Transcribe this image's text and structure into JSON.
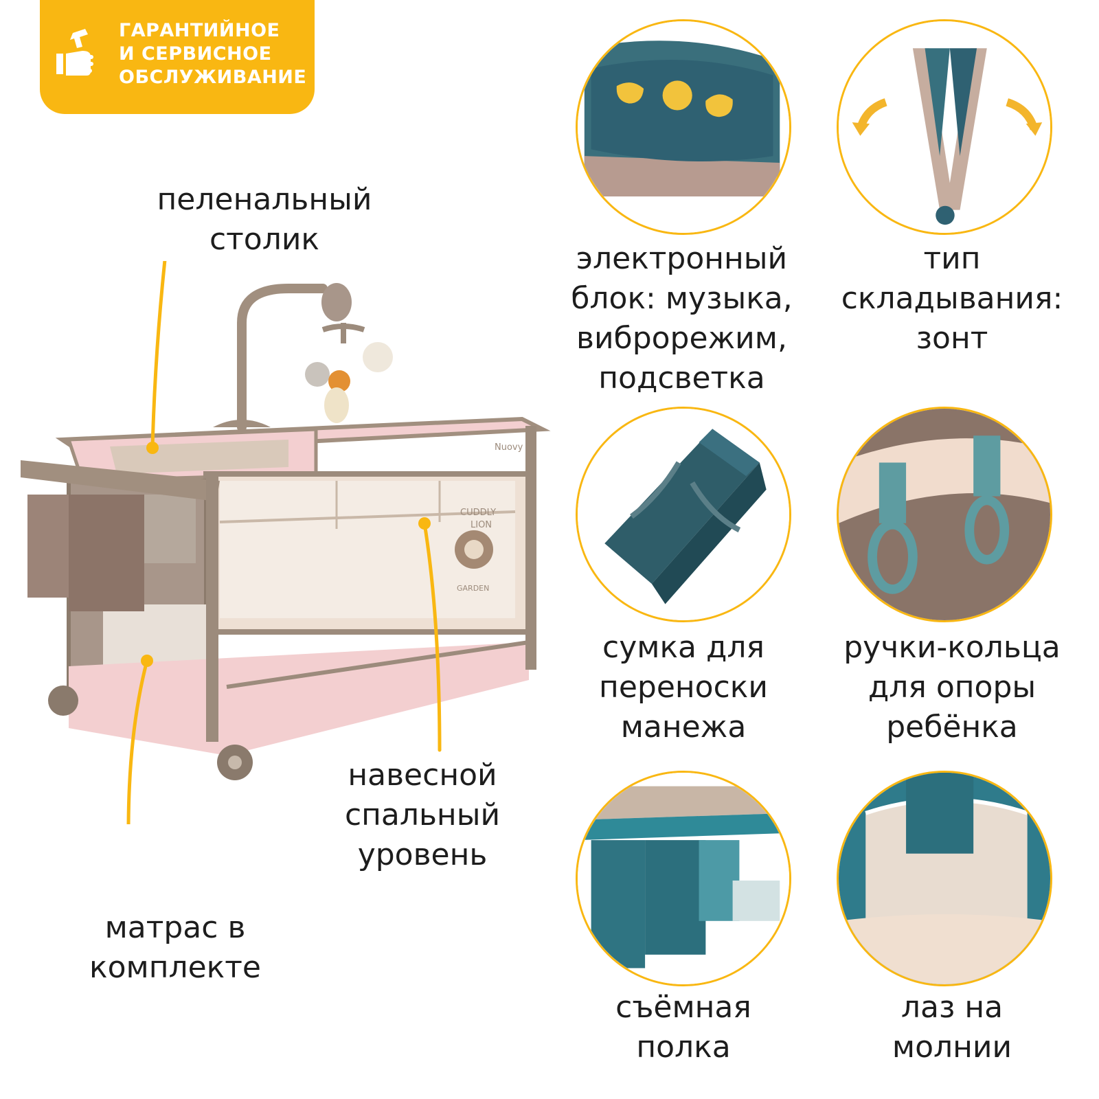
{
  "badge": {
    "lines": [
      "ГАРАНТИЙНОЕ",
      "И СЕРВИСНОЕ",
      "ОБСЛУЖИВАНИЕ"
    ],
    "icon": "service-hand-hammer-icon",
    "color": "#f9b712"
  },
  "product": {
    "brand_mark": "Nuovy",
    "decal_text": [
      "CUDDLY",
      "LION",
      "GARDEN"
    ]
  },
  "callouts": {
    "changing_table": [
      "пеленальный",
      "столик"
    ],
    "sleeping_level": [
      "навесной",
      "спальный",
      "уровень"
    ],
    "mattress": [
      "матрас в",
      "комплекте"
    ]
  },
  "features": [
    {
      "id": "electronic-unit",
      "lines": [
        "электронный",
        "блок: музыка,",
        "виброрежим,",
        "подсветка"
      ]
    },
    {
      "id": "folding-type",
      "lines": [
        "тип",
        "складывания:",
        "зонт"
      ]
    },
    {
      "id": "carry-bag",
      "lines": [
        "сумка для",
        "переноски",
        "манежа"
      ]
    },
    {
      "id": "ring-handles",
      "lines": [
        "ручки-кольца",
        "для опоры",
        "ребёнка"
      ]
    },
    {
      "id": "removable-shelf",
      "lines": [
        "съёмная",
        "полка"
      ]
    },
    {
      "id": "zip-door",
      "lines": [
        "лаз на",
        "молнии"
      ]
    }
  ],
  "colors": {
    "accent": "#f9b712",
    "teal": "#2f6e78",
    "pink": "#f3cfd0",
    "taupe": "#9c8b7c"
  }
}
